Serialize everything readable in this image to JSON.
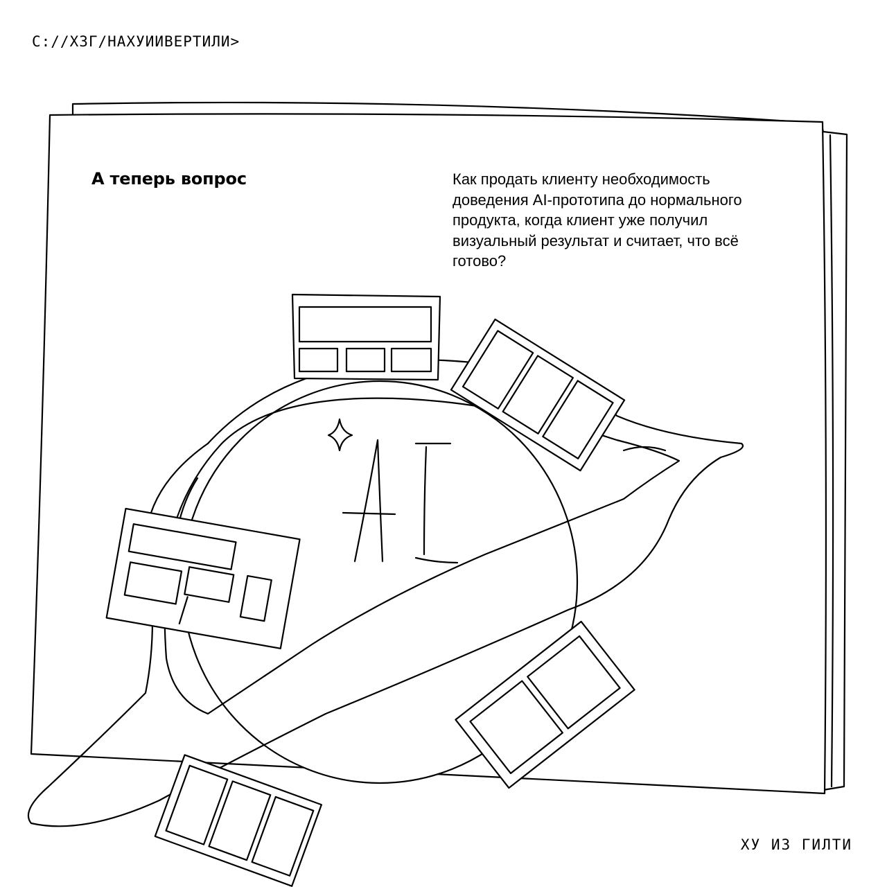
{
  "header": {
    "path": "C://ХЗГ/НАХУИИВЕРТИЛИ>"
  },
  "slide": {
    "heading": "А теперь вопрос",
    "question_lines": [
      "Как продать клиенту необходимость",
      "доведения AI-прототипа до нормального",
      "продукта, когда клиент уже получил",
      "визуальный результат и считает, что всё",
      "готово?"
    ]
  },
  "illustration": {
    "planet_label": "AI"
  },
  "footer": {
    "signature": "ХУ ИЗ ГИЛТИ"
  }
}
